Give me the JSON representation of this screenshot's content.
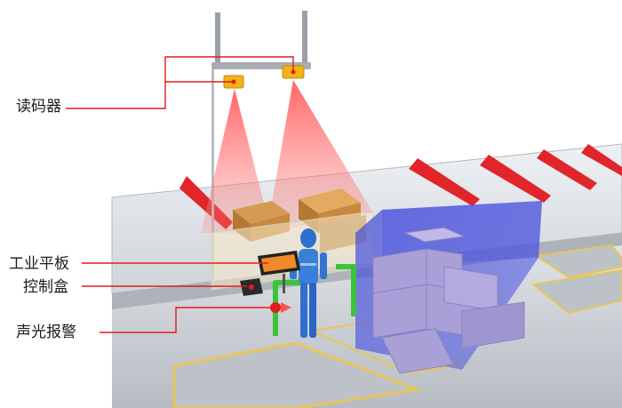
{
  "callouts": {
    "barcode_reader": "读码器",
    "industrial_tablet": "工业平板",
    "control_box": "控制盒",
    "sound_light_alarm": "声光报警"
  },
  "colors": {
    "callout_line": "#e21b1b",
    "conveyor_red": "#e0262a",
    "pallet_blue": "#4a52d8",
    "green_gate": "#3bc43b",
    "laser_red": "#f06060",
    "reader_yellow": "#f2b21a",
    "worker_blue": "#3a7fd9",
    "floor_grey": "#c9cdd3"
  },
  "icons": [
    "barcode-reader-icon",
    "tablet-icon",
    "control-box-icon",
    "alarm-light-icon",
    "worker-figure-icon"
  ]
}
